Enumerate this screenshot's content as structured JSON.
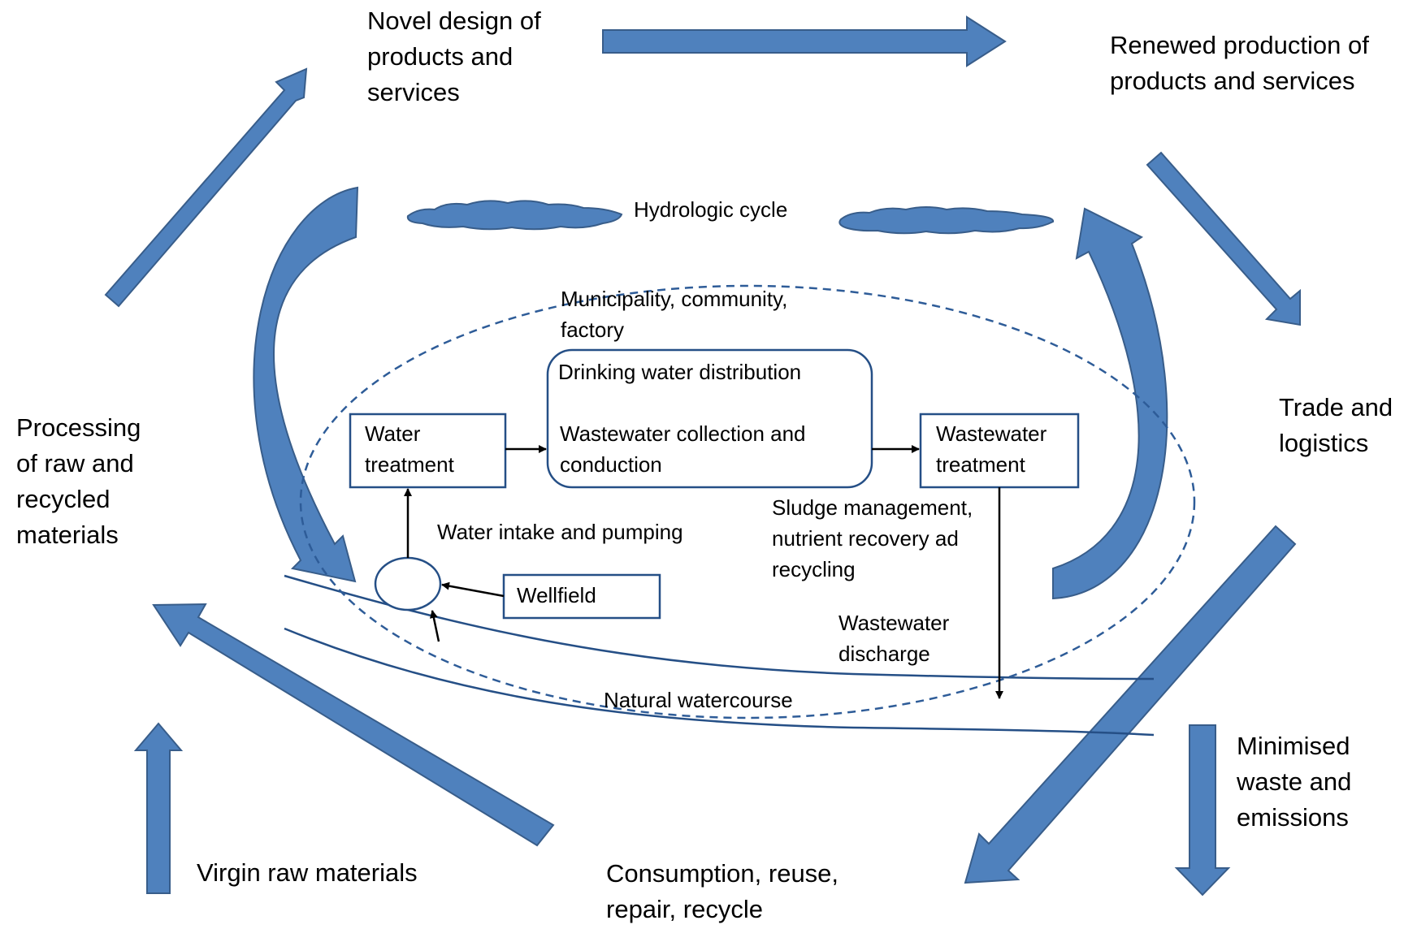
{
  "outer_cycle": {
    "novel_design": "Novel design of\nproducts and\nservices",
    "renewed_production": "Renewed production of\nproducts and services",
    "trade_logistics": "Trade and\nlogistics",
    "minimised_waste": "Minimised\nwaste and\nemissions",
    "consumption": "Consumption, reuse,\nrepair, recycle",
    "virgin_raw": "Virgin raw materials",
    "processing": "Processing\nof raw and\nrecycled\nmaterials"
  },
  "water_cycle": {
    "hydrologic_cycle": "Hydrologic cycle",
    "municipality": "Municipality, community,\nfactory",
    "distribution_line1": "Drinking water distribution",
    "distribution_line2": "Wastewater collection and\nconduction",
    "water_treatment": "Water\ntreatment",
    "wastewater_treatment": "Wastewater\ntreatment",
    "water_intake": "Water intake and pumping",
    "wellfield": "Wellfield",
    "sludge": "Sludge management,\nnutrient recovery ad\nrecycling",
    "wastewater_discharge": "Wastewater\ndischarge",
    "natural_watercourse": "Natural watercourse"
  },
  "colors": {
    "arrow_fill": "#4f81bd",
    "arrow_stroke": "#385d8a",
    "line": "#254f86",
    "dashed": "#2e5c98"
  }
}
